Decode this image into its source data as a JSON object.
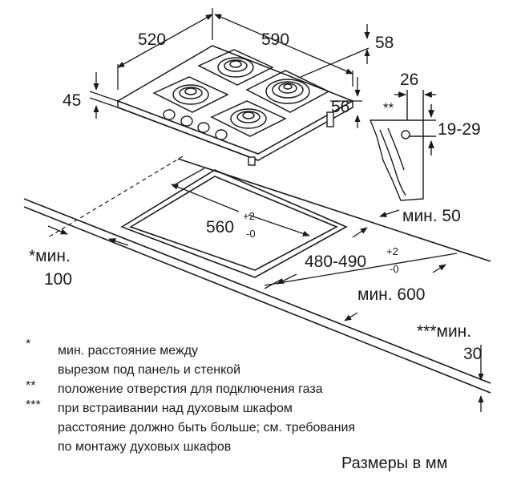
{
  "dimensions": {
    "d520": "520",
    "d590": "590",
    "d58": "58",
    "d45": "45",
    "d26": "26",
    "d56": "56",
    "double_star": "**",
    "d1929": "19-29",
    "min50": "мин. 50",
    "cut_width": "560",
    "cut_width_tol_plus": "+2",
    "cut_width_tol_minus": "-0",
    "cut_depth": "480-490",
    "cut_depth_tol_plus": "+2",
    "cut_depth_tol_minus": "-0",
    "min_star": "*мин.",
    "min_star_value": "100",
    "min600": "мин. 600",
    "min_triple": "***мин.",
    "min_triple_value": "30"
  },
  "notes": [
    {
      "mark": "*",
      "lines": [
        "мин. расстояние между",
        "вырезом под панель и стенкой"
      ]
    },
    {
      "mark": "**",
      "lines": [
        "положение отверстия для подключения газа"
      ]
    },
    {
      "mark": "***",
      "lines": [
        "при встраивании над духовым шкафом",
        "расстояние должно быть больше; см. требования",
        "по монтажу духовых шкафов"
      ]
    }
  ],
  "units_label": "Размеры в мм",
  "colors": {
    "line": "#1a1a1a",
    "background": "#ffffff"
  }
}
